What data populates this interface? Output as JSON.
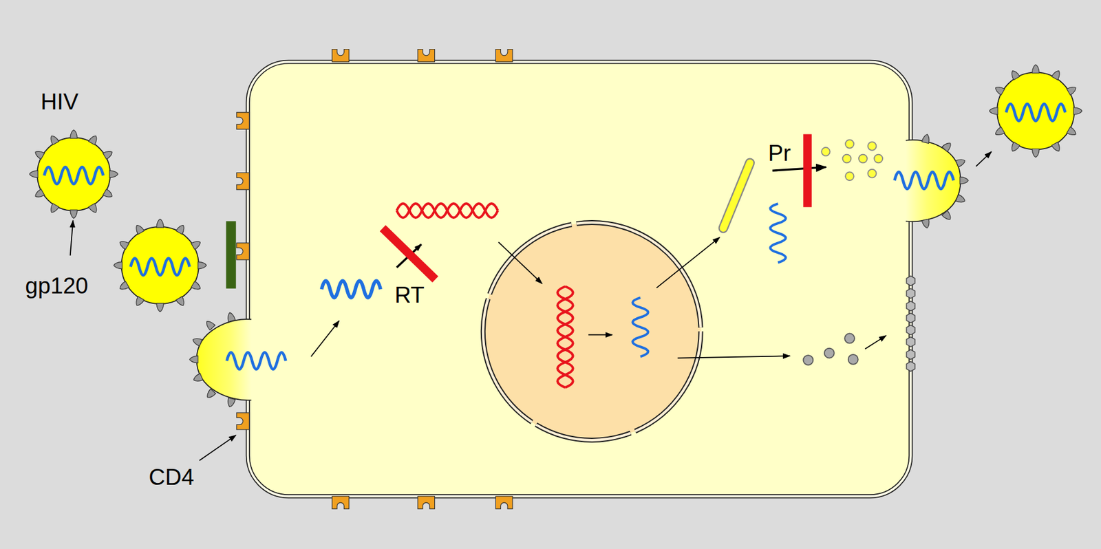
{
  "diagram": {
    "labels": [
      "HIV",
      "gp120",
      "CD4",
      "RT",
      "Pr"
    ]
  }
}
